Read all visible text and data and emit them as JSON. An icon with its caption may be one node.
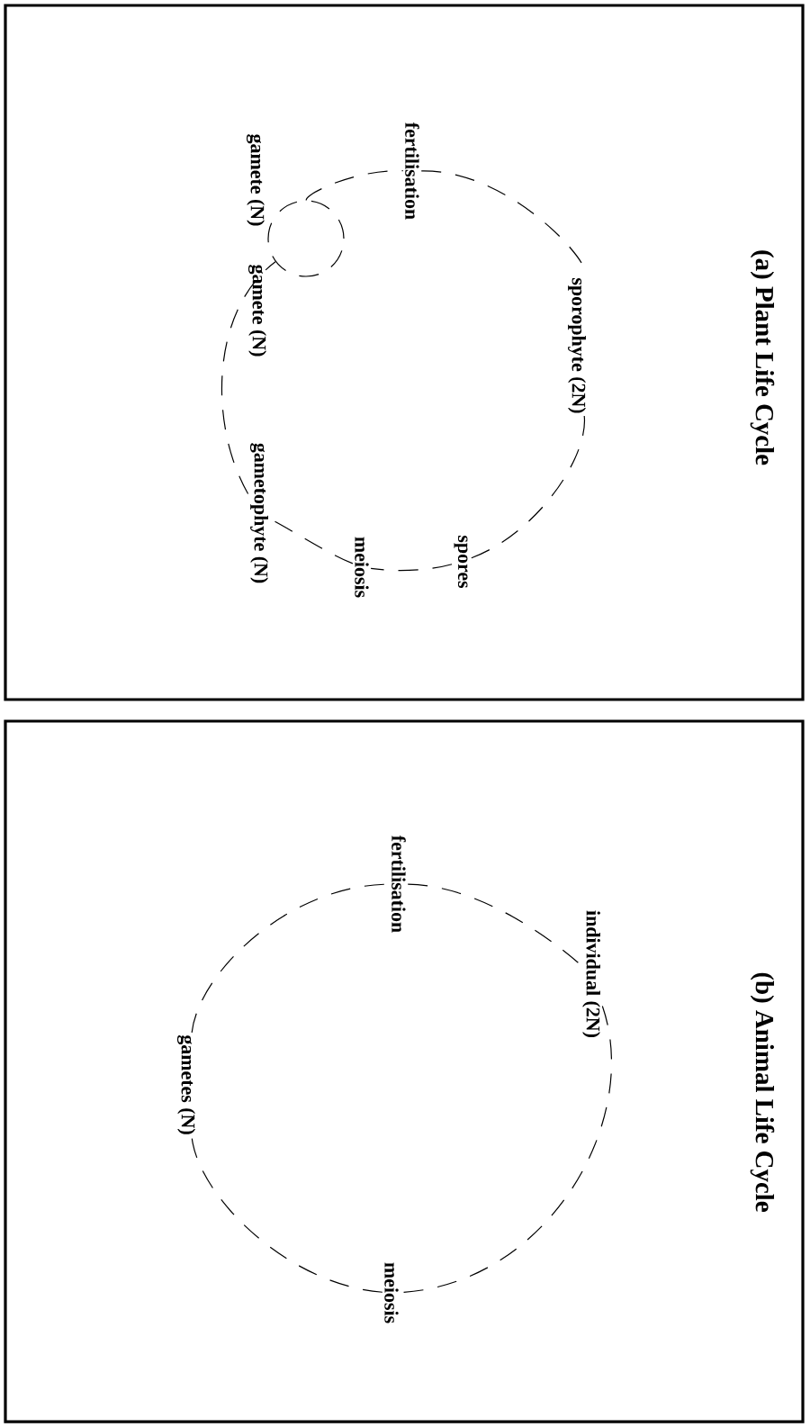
{
  "diagram": {
    "nodes": [
      {
        "text": [
          "(a) Plant Life Cycle"
        ]
      },
      {
        "text": [
          "fertilisation"
        ],
        "in": 0
      },
      {
        "text": [
          "sporophyte (2N)"
        ],
        "in": 0
      },
      {
        "text": [
          "spores"
        ],
        "in": 0
      },
      {
        "text": [
          "meiosis"
        ],
        "in": 0
      },
      {
        "text": [
          "gametophyte (N)"
        ],
        "in": 0
      },
      {
        "text": [],
        "shape": "circle",
        "in": 0
      },
      {
        "text": [
          "(b) Animal Life Cycle"
        ]
      },
      {
        "text": [
          "fertilisation"
        ],
        "in": 7
      },
      {
        "text": [
          "individual (2N)"
        ],
        "in": 7
      },
      {
        "text": [
          "meiosis"
        ],
        "in": 7
      },
      {
        "text": [
          "gametes (N)"
        ],
        "in": 7
      }
    ],
    "edges": [
      {
        "from": 1,
        "to": 2,
        "arrow": "none",
        "style": "dashed"
      },
      {
        "from": 2,
        "to": 3,
        "arrow": "none",
        "style": "dashed"
      },
      {
        "from": 3,
        "to": 4,
        "arrow": "none",
        "style": "dashed"
      },
      {
        "from": 4,
        "to": 5,
        "arrow": "none",
        "style": "dashed"
      },
      {
        "from": 5,
        "to": 6,
        "arrow": "none",
        "style": "dashed"
      },
      {
        "from": 6,
        "to": 1,
        "arrow": "none",
        "style": "dashed"
      },
      {
        "from": 8,
        "to": 9,
        "arrow": "none",
        "style": "dashed"
      },
      {
        "from": 9,
        "to": 10,
        "arrow": "none",
        "style": "dashed"
      },
      {
        "from": 10,
        "to": 11,
        "arrow": "none",
        "style": "dashed"
      },
      {
        "from": 11,
        "to": 8,
        "arrow": "none",
        "style": "dashed"
      }
    ],
    "labels": [
      "gamete (N)",
      "gamete (N)"
    ]
  }
}
